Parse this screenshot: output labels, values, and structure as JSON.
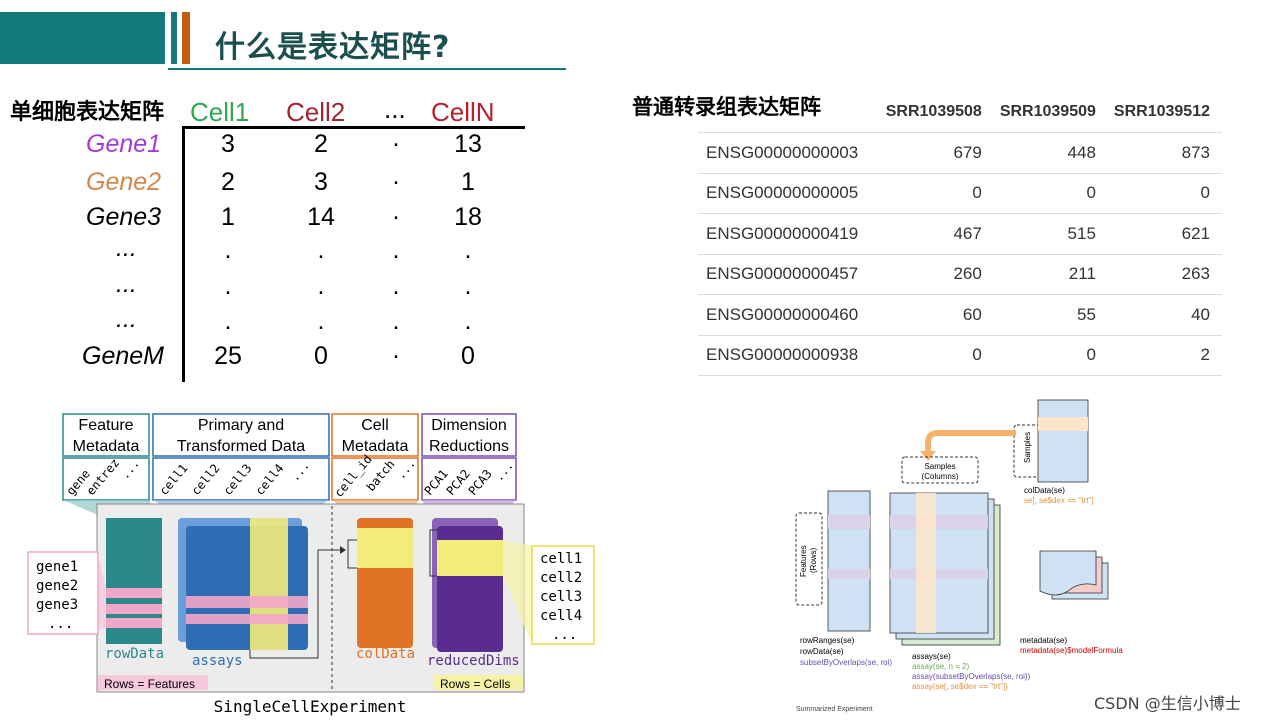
{
  "header": {
    "title": "什么是表达矩阵?"
  },
  "single_cell": {
    "label": "单细胞表达矩阵",
    "columns": [
      "Cell1",
      "Cell2",
      "...",
      "CellN"
    ],
    "rows": [
      {
        "name": "Gene1",
        "values": [
          "3",
          "2",
          ".",
          "13"
        ]
      },
      {
        "name": "Gene2",
        "values": [
          "2",
          "3",
          ".",
          "1"
        ]
      },
      {
        "name": "Gene3",
        "values": [
          "1",
          "14",
          ".",
          "18"
        ]
      },
      {
        "name": "...",
        "values": [
          ".",
          ".",
          ".",
          "."
        ]
      },
      {
        "name": "...",
        "values": [
          ".",
          ".",
          ".",
          "."
        ]
      },
      {
        "name": "...",
        "values": [
          ".",
          ".",
          ".",
          "."
        ]
      },
      {
        "name": "GeneM",
        "values": [
          "25",
          "0",
          ".",
          "0"
        ]
      }
    ],
    "colors": {
      "cell1": "#2fa84f",
      "cell2": "#a3262e",
      "cellN": "#b8222a",
      "gene1": "#a23bd1",
      "gene2": "#d1874a"
    }
  },
  "bulk": {
    "label": "普通转录组表达矩阵",
    "headers": [
      "",
      "SRR1039508",
      "SRR1039509",
      "SRR1039512"
    ],
    "rows": [
      [
        "ENSG00000000003",
        "679",
        "448",
        "873"
      ],
      [
        "ENSG00000000005",
        "0",
        "0",
        "0"
      ],
      [
        "ENSG00000000419",
        "467",
        "515",
        "621"
      ],
      [
        "ENSG00000000457",
        "260",
        "211",
        "263"
      ],
      [
        "ENSG00000000460",
        "60",
        "55",
        "40"
      ],
      [
        "ENSG00000000938",
        "0",
        "0",
        "2"
      ]
    ]
  },
  "sce": {
    "feature_box": "Feature Metadata",
    "feature_box_l1": "Feature",
    "feature_box_l2": "Metadata",
    "primary_l1": "Primary and",
    "primary_l2": "Transformed Data",
    "cell_l1": "Cell",
    "cell_l2": "Metadata",
    "dim_l1": "Dimension",
    "dim_l2": "Reductions",
    "feat_cols": [
      "gene",
      "entrez",
      "..."
    ],
    "assay_cols": [
      "cell1",
      "cell2",
      "cell3",
      "cell4",
      "..."
    ],
    "celldata_cols": [
      "cell_id",
      "batch",
      "..."
    ],
    "dim_cols": [
      "PCA1",
      "PCA2",
      "PCA3",
      "..."
    ],
    "genes": [
      "gene1",
      "gene2",
      "gene3",
      "..."
    ],
    "cells": [
      "cell1",
      "cell2",
      "cell3",
      "cell4",
      "..."
    ],
    "rowData": "rowData",
    "assays": "assays",
    "colData": "colData",
    "reducedDims": "reducedDims",
    "rows_features": "Rows = Features",
    "rows_cells": "Rows = Cells",
    "title": "SingleCellExperiment",
    "colors": {
      "teal": "#2a8a8a",
      "blue": "#2f6db5",
      "orange": "#e07326",
      "purple": "#5b2c8f",
      "yellow": "#f2ec7a",
      "pink": "#f3a6c8"
    }
  },
  "se": {
    "samples_side": "Samples",
    "samples_top_l1": "Samples",
    "samples_top_l2": "(Columns)",
    "features_l1": "Features",
    "features_l2": "(Rows)",
    "colData": "colData(se)",
    "colData_sub": "se[, se$dex == \"trt\"]",
    "rowRanges": "rowRanges(se)",
    "rowData": "rowData(se)",
    "subsetByOverlaps": "subsetByOverlaps(se, roi)",
    "assays": "assays(se)",
    "assay_n": "assay(se, n = 2)",
    "assay_sub": "assay(subsetByOverlaps(se, roi))",
    "assay_dex": "assay(se[, se$dex == \"trt\"])",
    "metadata": "metadata(se)",
    "metadata_formula": "metadata(se)$modelFormula",
    "caption": "Summarized Experiment"
  },
  "watermark": "CSDN @生信小博士"
}
